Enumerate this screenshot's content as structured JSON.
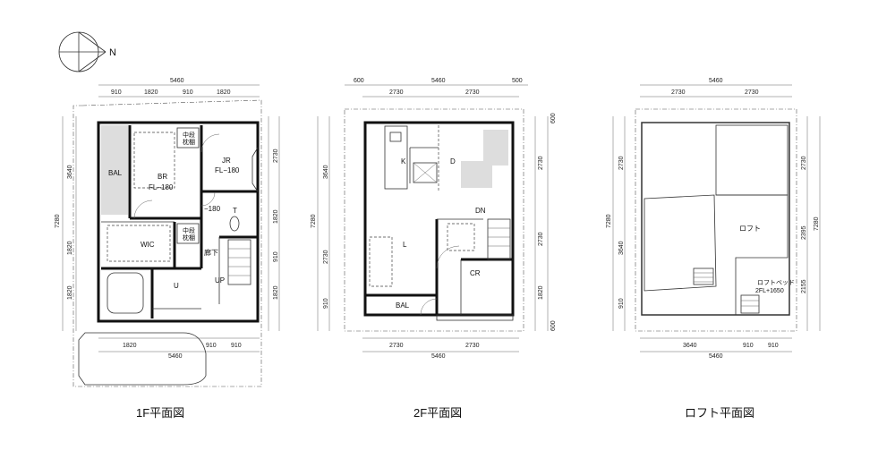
{
  "compass": {
    "label": "N"
  },
  "plan_1f": {
    "title": "1F平面図",
    "top_total": "5460",
    "top_segments": [
      "910",
      "1820",
      "910",
      "1820"
    ],
    "bottom_segments": [
      "1820",
      "910",
      "910"
    ],
    "bottom_total": "5460",
    "left_outer": "7280",
    "left_segments": [
      "3640",
      "1820",
      "1820"
    ],
    "right_segments": [
      "2730",
      "1820",
      "910",
      "1820"
    ],
    "rooms": {
      "bal": "BAL",
      "br": "BR",
      "br_fl": "FL−180",
      "shelf_1a": "中段",
      "shelf_1b": "枕棚",
      "jr": "JR",
      "jr_fl": "FL−180",
      "minus180": "−180",
      "t": "T",
      "shelf_2a": "中段",
      "shelf_2b": "枕棚",
      "wic": "WIC",
      "hall": "廊下",
      "u": "U",
      "up": "UP"
    }
  },
  "plan_2f": {
    "title": "2F平面図",
    "top_segments": [
      "600",
      "5460",
      "500"
    ],
    "top_sub": [
      "2730",
      "2730"
    ],
    "bottom_segments": [
      "2730",
      "2730"
    ],
    "bottom_total": "5460",
    "left_segments": [
      "3640",
      "2730",
      "910"
    ],
    "left_outer": "7280",
    "right_segments": [
      "600",
      "2730",
      "2730",
      "1820",
      "600"
    ],
    "rooms": {
      "k": "K",
      "d": "D",
      "dn": "DN",
      "l": "L",
      "cr": "CR",
      "bal": "BAL"
    }
  },
  "plan_loft": {
    "title": "ロフト平面図",
    "top_total": "5460",
    "top_sub": [
      "2730",
      "2730"
    ],
    "bottom_segments": [
      "3640",
      "910",
      "910"
    ],
    "bottom_total": "5460",
    "left_segments": [
      "2730",
      "3640",
      "910"
    ],
    "left_outer": "7280",
    "right_segments": [
      "2730",
      "2395",
      "2155"
    ],
    "right_outer": "7280",
    "rooms": {
      "loft": "ロフト",
      "loft_bed": "ロフトベッド",
      "loft_bed_fl": "2FL+1650"
    }
  }
}
